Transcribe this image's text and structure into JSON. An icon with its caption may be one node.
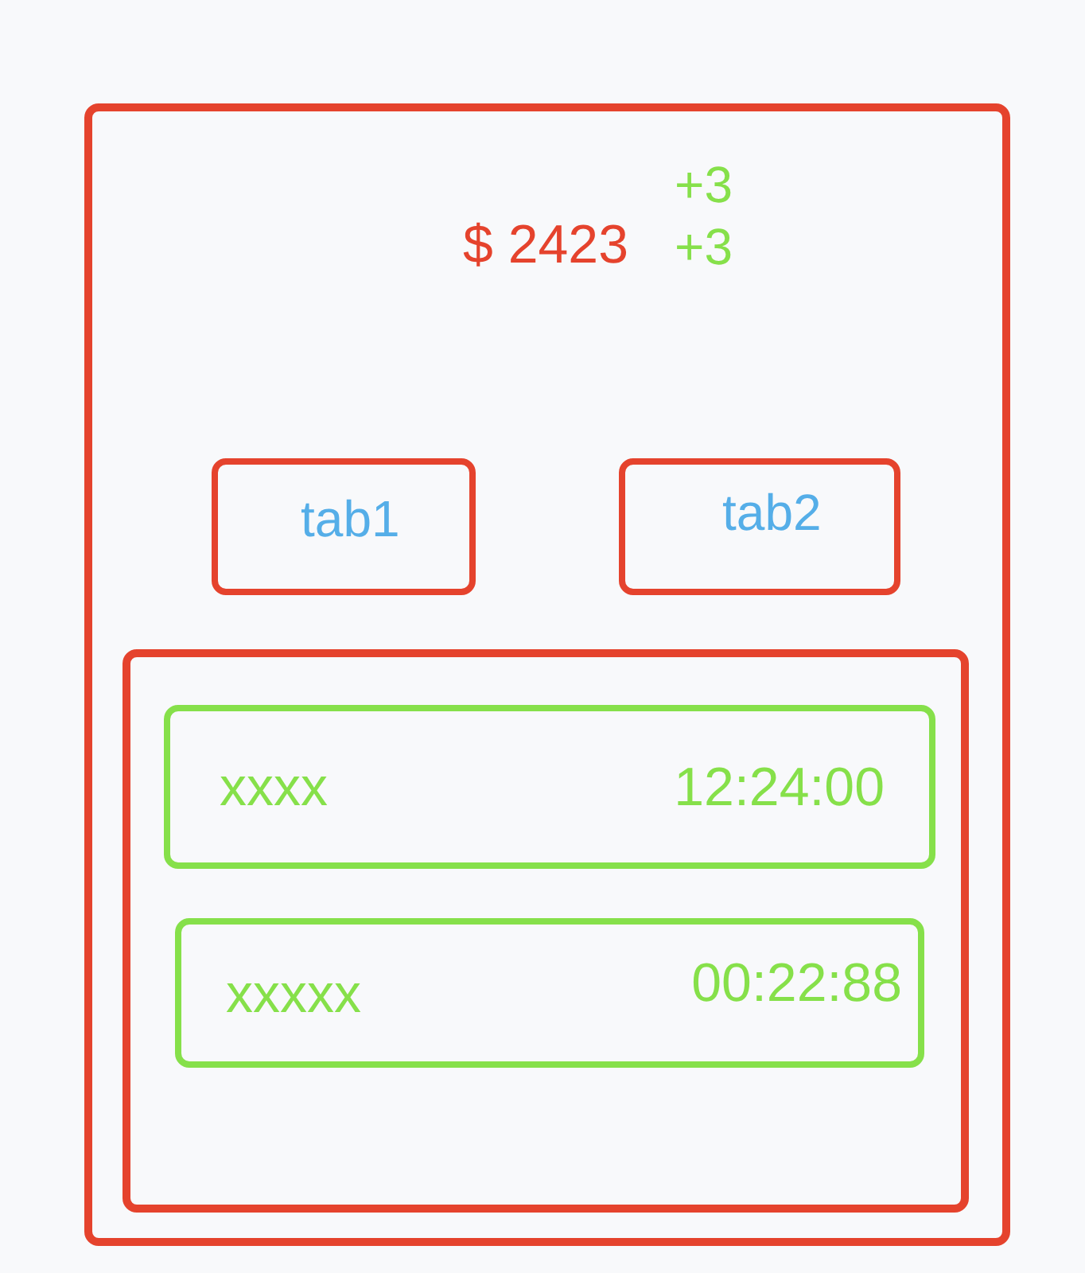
{
  "diagram": {
    "nodes": [
      {
        "text": [
          "$ 2423",
          "+3",
          "+3"
        ]
      },
      {
        "text": [
          "tab1"
        ],
        "in": 0
      },
      {
        "text": [
          "tab2"
        ],
        "in": 0
      },
      {
        "text": [],
        "shape": "box",
        "in": 0
      },
      {
        "text": [
          "xxxx",
          "12:24:00"
        ],
        "in": 3
      },
      {
        "text": [
          "xxxxx",
          "00:22:88"
        ],
        "in": 3
      }
    ]
  }
}
